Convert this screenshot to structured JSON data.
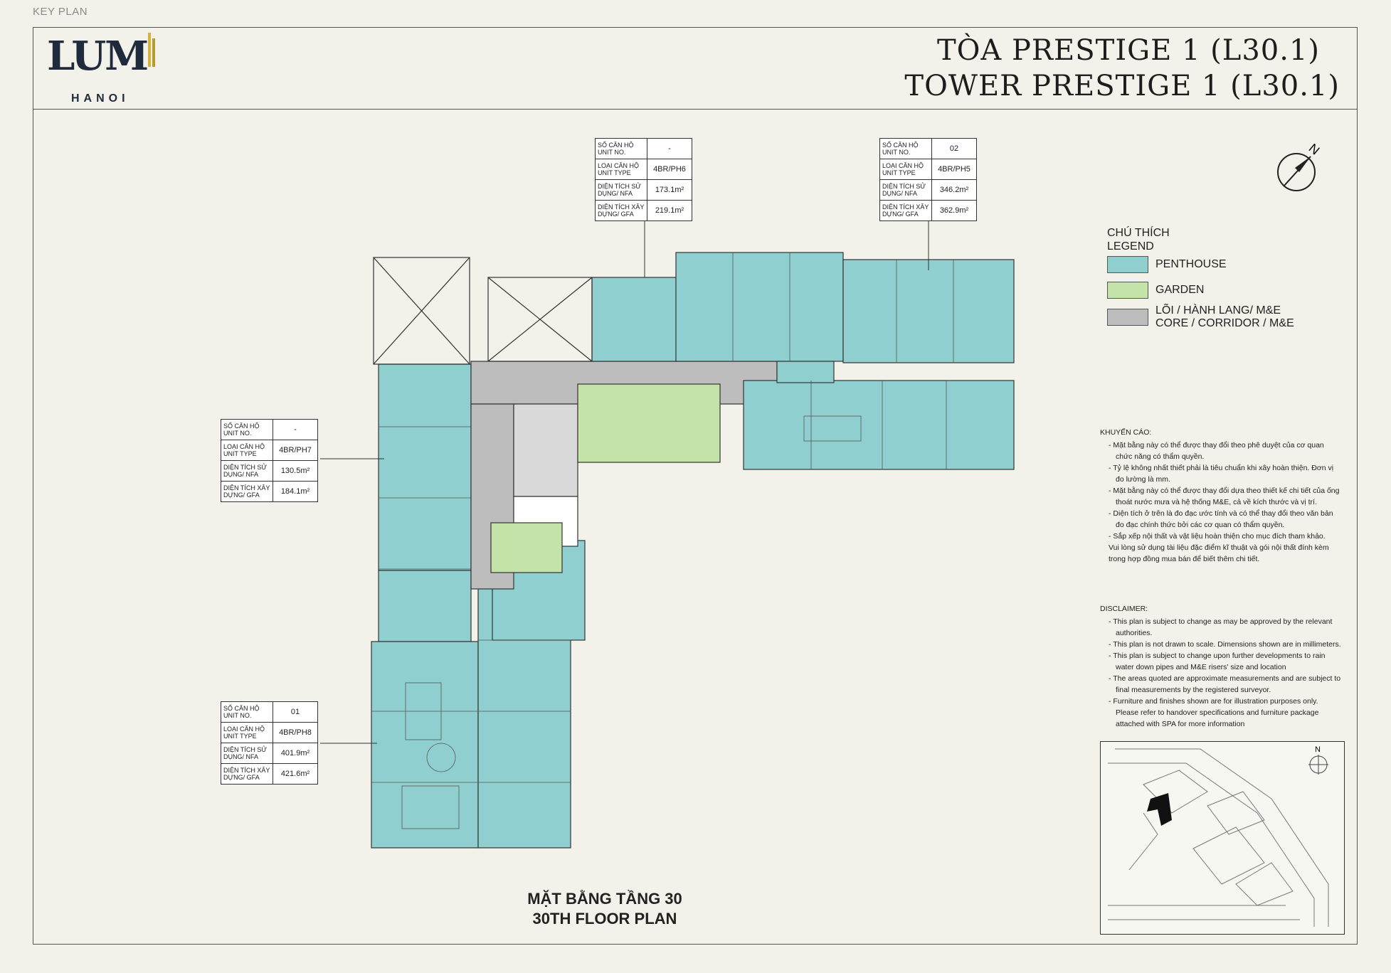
{
  "header": {
    "key_plan_label": "KEY PLAN",
    "logo_text": "LUM",
    "logo_city": "HANOI",
    "title_vi": "TÒA PRESTIGE 1 (L30.1)",
    "title_en": "TOWER PRESTIGE 1 (L30.1)"
  },
  "labels": {
    "unit_no": "SỐ CĂN HỘ UNIT NO.",
    "unit_type": "LOẠI CĂN HỘ UNIT TYPE",
    "nfa": "DIỆN TÍCH SỬ DỤNG/ NFA",
    "gfa": "DIỆN TÍCH XÂY DỰNG/ GFA"
  },
  "units": {
    "ph6": {
      "unit_no": "-",
      "unit_type": "4BR/PH6",
      "nfa": "173.1m²",
      "gfa": "219.1m²"
    },
    "ph5": {
      "unit_no": "02",
      "unit_type": "4BR/PH5",
      "nfa": "346.2m²",
      "gfa": "362.9m²"
    },
    "ph7": {
      "unit_no": "-",
      "unit_type": "4BR/PH7",
      "nfa": "130.5m²",
      "gfa": "184.1m²"
    },
    "ph8": {
      "unit_no": "01",
      "unit_type": "4BR/PH8",
      "nfa": "401.9m²",
      "gfa": "421.6m²"
    }
  },
  "legend": {
    "title_vi": "CHÚ THÍCH",
    "title_en": "LEGEND",
    "items": [
      {
        "label": "PENTHOUSE",
        "color": "#8fcfcf"
      },
      {
        "label": "GARDEN",
        "color": "#c3e3a8"
      },
      {
        "label": "LÕI / HÀNH LANG/ M&E",
        "label2": "CORE / CORRIDOR / M&E",
        "color": "#bdbdbd"
      }
    ]
  },
  "compass_label": "N",
  "site_compass_label": "N",
  "disclaimer_vi": {
    "heading": "KHUYẾN CÁO:",
    "items": [
      "Mặt bằng này có thể được thay đổi theo phê duyệt của cơ quan chức năng có thẩm quyền.",
      "Tỷ lệ không nhất thiết phải là tiêu chuẩn khi xây hoàn thiện. Đơn vị đo lường là mm.",
      "Mặt bằng này có thể được thay đổi dựa theo thiết kế chi tiết của ống thoát nước mưa và hệ thống M&E, cả về kích thước và vị trí.",
      "Diện tích ở trên là đo đạc ước tính và có thể thay đổi theo văn bản đo đạc chính thức bởi các cơ quan có thẩm quyền.",
      "Sắp xếp nội thất và vật liệu hoàn thiện cho mục đích tham khảo."
    ],
    "note": "Vui lòng sử dụng tài liệu đặc điểm kĩ thuật và gói nội thất đính kèm trong hợp đồng mua bán để biết thêm chi tiết."
  },
  "disclaimer_en": {
    "heading": "DISCLAIMER:",
    "items": [
      "This plan is subject to change as may be approved by the relevant authorities.",
      "This plan is not drawn to scale. Dimensions shown are in millimeters.",
      "This plan is subject to change upon further developments to rain water down pipes and M&E risers' size and location",
      "The areas quoted are approximate measurements and are subject to final measurements by the registered surveyor.",
      "Furniture and finishes shown are for illustration purposes only. Please refer to handover specifications and furniture package attached with SPA for more information"
    ]
  },
  "floor_caption": {
    "vi": "MẶT BẰNG TẦNG 30",
    "en": "30TH FLOOR PLAN"
  }
}
